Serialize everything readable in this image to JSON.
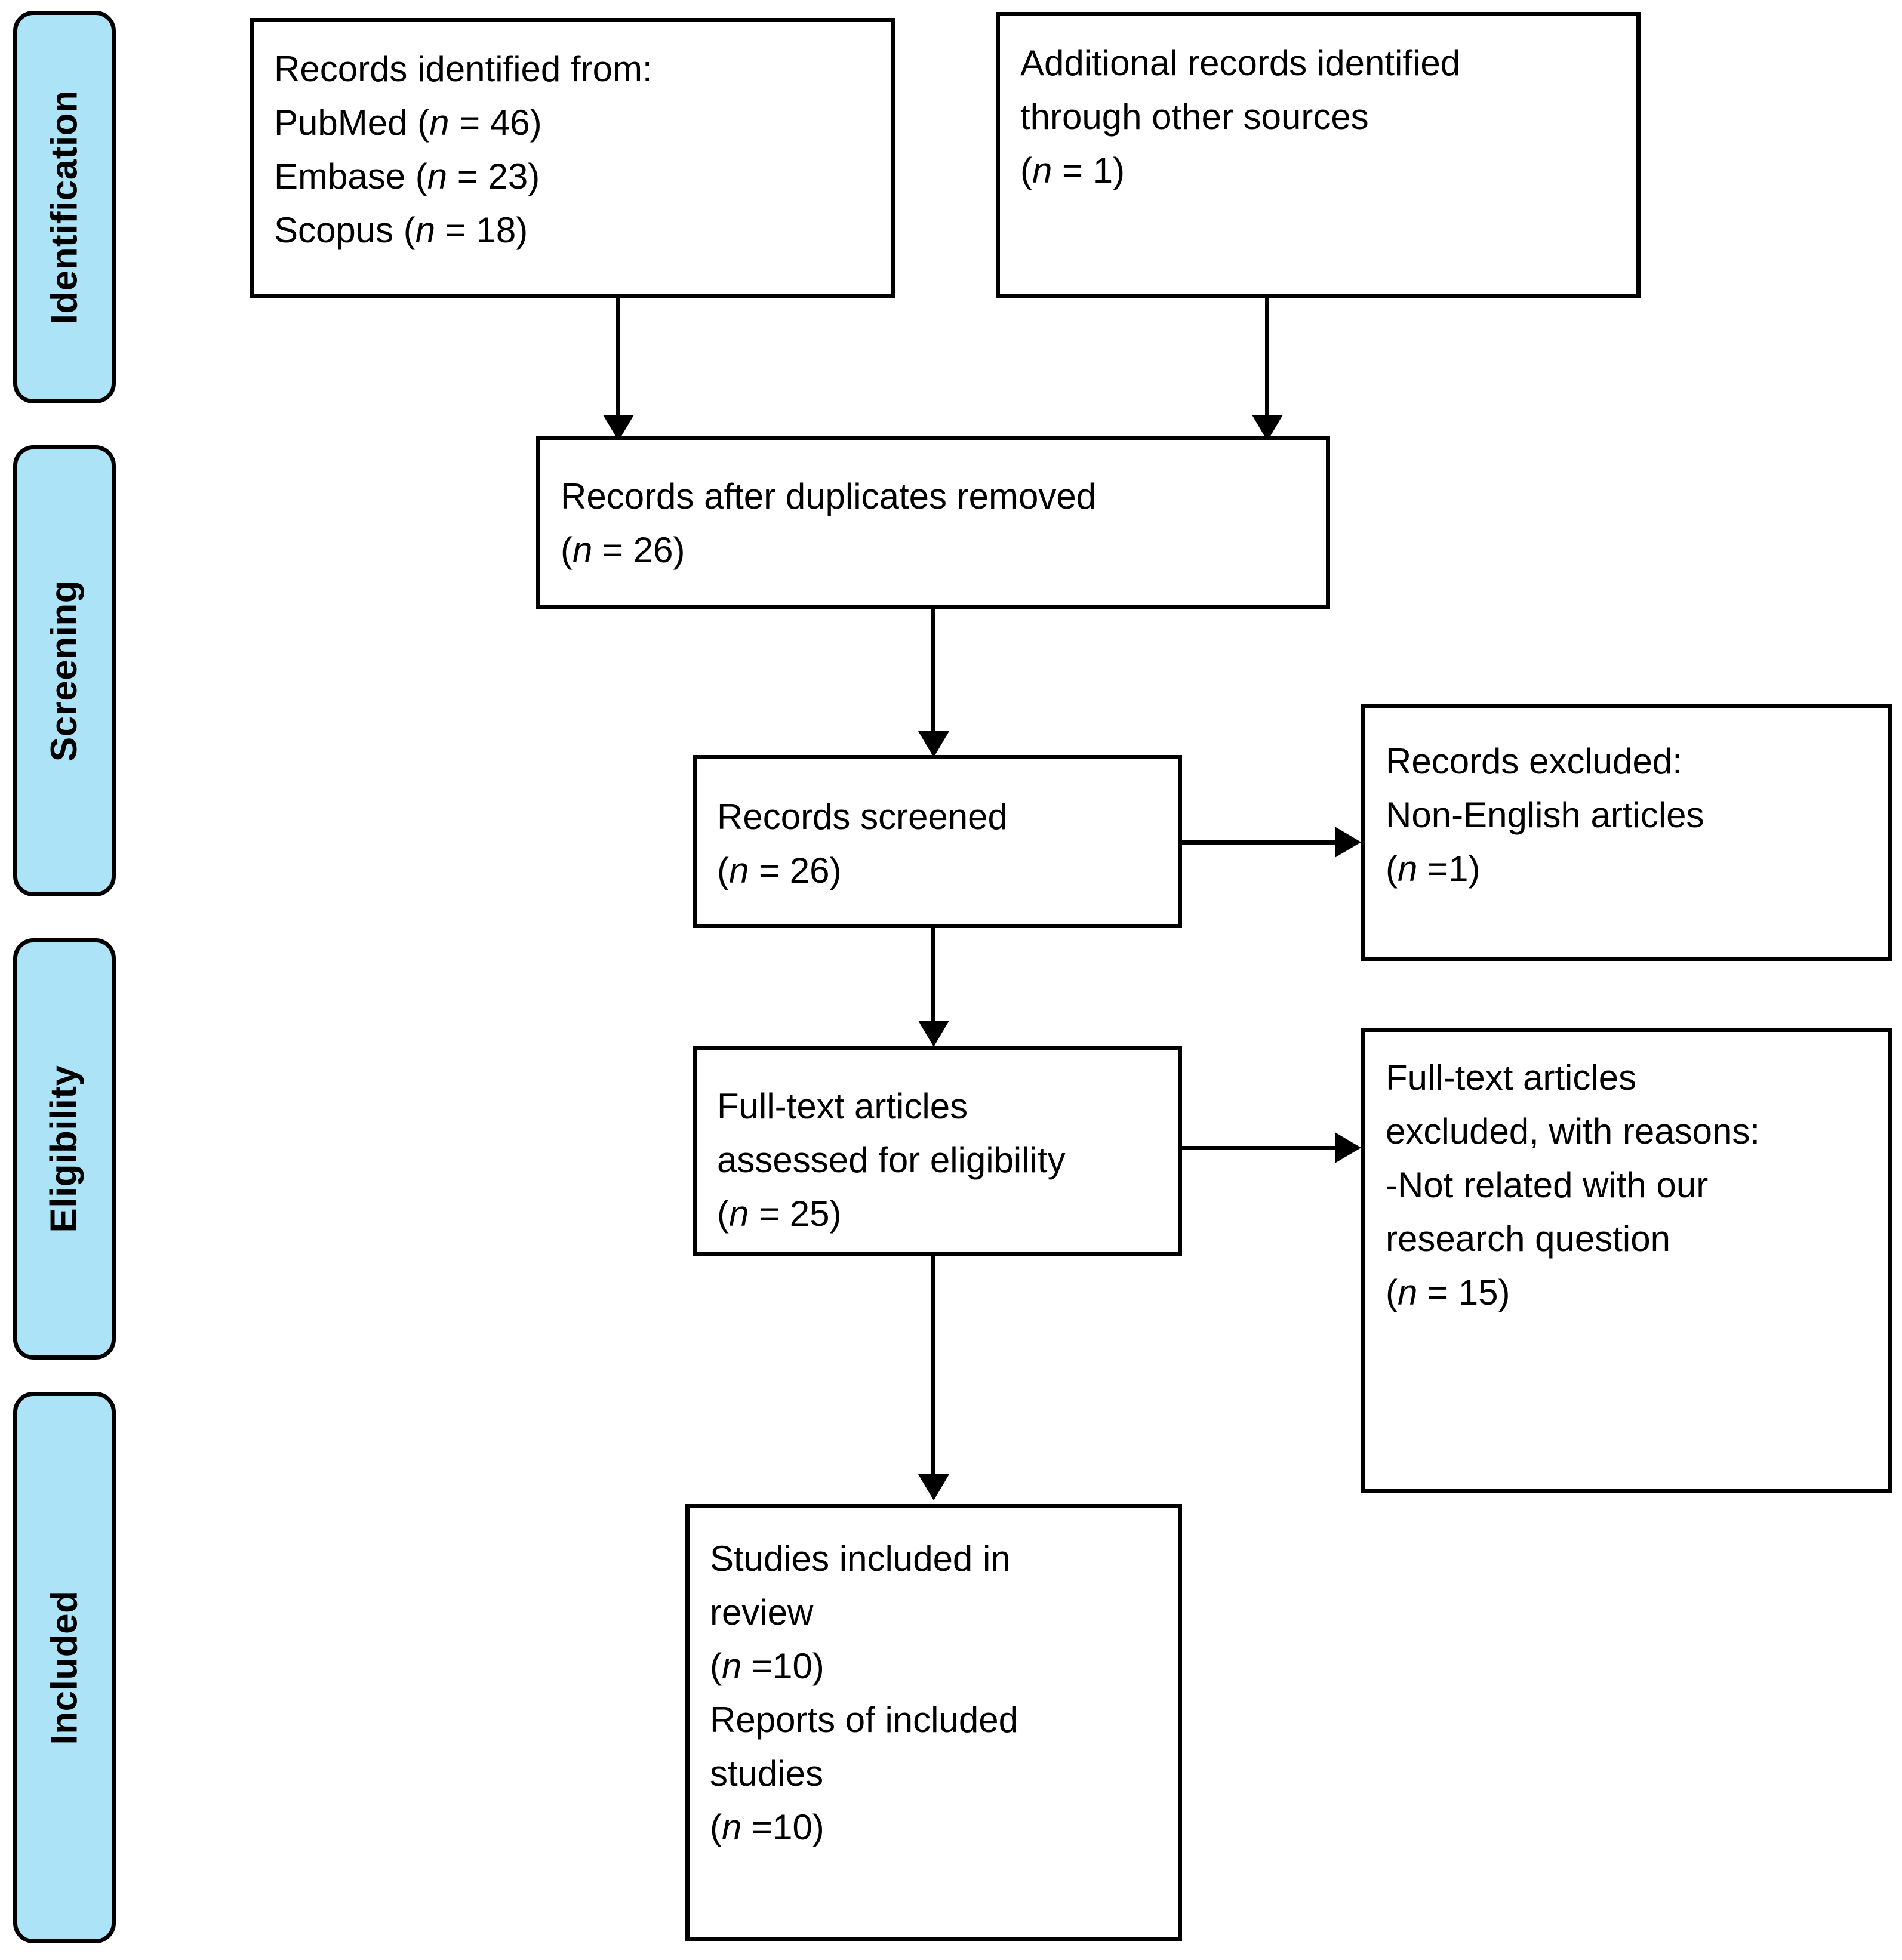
{
  "diagram": {
    "title": "PRISMA study selection flow diagram",
    "accent_color": "#ADE3F7",
    "line_color": "#000000",
    "box_fill": "#FFFFFF"
  },
  "stages": [
    {
      "id": "identification",
      "label": "Identification"
    },
    {
      "id": "screening",
      "label": "Screening"
    },
    {
      "id": "eligibility",
      "label": "Eligibility"
    },
    {
      "id": "included",
      "label": "Included"
    }
  ],
  "boxes": {
    "records_identified": {
      "id": "records-identified",
      "text": "Records identified from:\nPubMed (n = 46)\nEmbase (n = 23)\nScopus (n = 18)",
      "lines": [
        "Records identified from:",
        "PubMed (n = 46)",
        "Embase (n = 23)",
        "Scopus (n = 18)"
      ],
      "counts": {
        "PubMed": 46,
        "Embase": 23,
        "Scopus": 18
      }
    },
    "additional_records": {
      "id": "additional-records",
      "text": "Additional records identified\nthrough other sources\n (n = 1)",
      "lines": [
        "Additional records identified",
        "through other sources",
        " (n = 1)"
      ],
      "counts": {
        "other_sources": 1
      }
    },
    "duplicates_removed": {
      "id": "records-after-duplicates-removed",
      "text": "Records after duplicates removed\n(n =  26)",
      "lines": [
        "Records after duplicates removed",
        "(n =  26)"
      ],
      "counts": {
        "after_duplicates": 26
      }
    },
    "records_screened": {
      "id": "records-screened",
      "text": "Records screened\n(n = 26)",
      "lines": [
        "Records screened",
        "(n = 26)"
      ],
      "counts": {
        "screened": 26
      }
    },
    "records_excluded": {
      "id": "records-excluded",
      "text": "Records excluded:\nNon-English articles\n(n =1)",
      "lines": [
        "Records excluded:",
        "Non-English articles",
        "(n =1)"
      ],
      "counts": {
        "excluded_non_english": 1
      }
    },
    "fulltext_assessed": {
      "id": "full-text-articles-assessed",
      "text": "Full-text articles\nassessed  for eligibility\n(n =  25)",
      "lines": [
        "Full-text articles",
        "assessed  for eligibility",
        "(n =  25)"
      ],
      "counts": {
        "assessed": 25
      }
    },
    "fulltext_excluded": {
      "id": "full-text-articles-excluded",
      "text": "Full-text articles\nexcluded, with reasons:\n-Not related with our\nresearch question\n(n = 15)",
      "lines": [
        "Full-text articles",
        "excluded, with reasons:",
        "-Not related with our",
        "research question",
        "(n = 15)"
      ],
      "counts": {
        "excluded_not_related": 15
      }
    },
    "studies_included": {
      "id": "studies-included-in-review",
      "text": "Studies included in\nreview\n(n =10)\nReports of included\nstudies\n(n =10)",
      "lines": [
        "Studies included in",
        "review",
        "(n =10)",
        "Reports of included",
        "studies",
        "(n =10)"
      ],
      "counts": {
        "studies_included": 10,
        "reports_of_included_studies": 10
      }
    }
  }
}
